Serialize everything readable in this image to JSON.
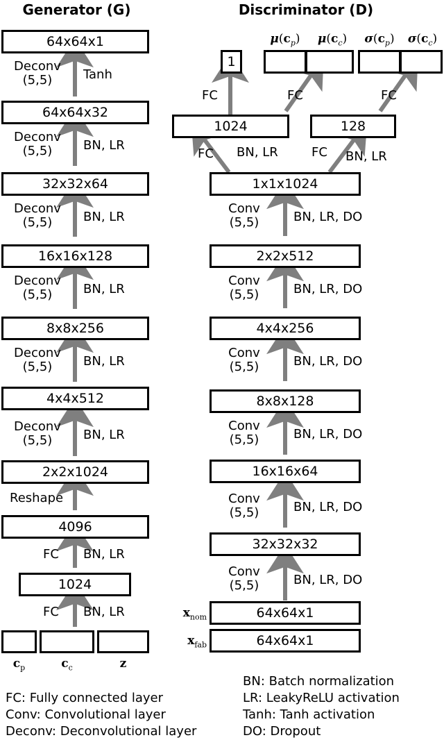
{
  "titles": {
    "generator": "Generator (G)",
    "discriminator": "Discriminator (D)"
  },
  "generator": {
    "boxes": [
      {
        "label": "64x64x1"
      },
      {
        "label": "64x64x32"
      },
      {
        "label": "32x32x64"
      },
      {
        "label": "16x16x128"
      },
      {
        "label": "8x8x256"
      },
      {
        "label": "4x4x512"
      },
      {
        "label": "2x2x1024"
      },
      {
        "label": "4096"
      },
      {
        "label": "1024"
      }
    ],
    "edges": [
      {
        "left": "Deconv",
        "left2": "(5,5)",
        "right": "Tanh"
      },
      {
        "left": "Deconv",
        "left2": "(5,5)",
        "right": "BN, LR"
      },
      {
        "left": "Deconv",
        "left2": "(5,5)",
        "right": "BN, LR"
      },
      {
        "left": "Deconv",
        "left2": "(5,5)",
        "right": "BN, LR"
      },
      {
        "left": "Deconv",
        "left2": "(5,5)",
        "right": "BN, LR"
      },
      {
        "left": "Deconv",
        "left2": "(5,5)",
        "right": "BN, LR"
      },
      {
        "left": "Reshape",
        "left2": "",
        "right": ""
      },
      {
        "left": "FC",
        "left2": "",
        "right": "BN, LR"
      },
      {
        "left": "FC",
        "left2": "",
        "right": "BN, LR"
      }
    ],
    "inputs": [
      {
        "label": "c",
        "sub": "p"
      },
      {
        "label": "c",
        "sub": "c"
      },
      {
        "label": "z",
        "sub": ""
      }
    ]
  },
  "discriminator": {
    "output_scalar": "1",
    "output_labels": [
      {
        "fn": "μ",
        "arg": "c",
        "sub": "p"
      },
      {
        "fn": "μ",
        "arg": "c",
        "sub": "c"
      },
      {
        "fn": "σ",
        "arg": "c",
        "sub": "p"
      },
      {
        "fn": "σ",
        "arg": "c",
        "sub": "c"
      }
    ],
    "head_boxes": [
      {
        "label": "1024"
      },
      {
        "label": "128"
      }
    ],
    "head_edges": [
      {
        "op": "FC",
        "note": ""
      },
      {
        "op": "FC",
        "note": ""
      },
      {
        "op": "FC",
        "note": ""
      },
      {
        "op": "FC",
        "note": "BN, LR"
      },
      {
        "op": "FC",
        "note": "BN, LR"
      }
    ],
    "boxes": [
      {
        "label": "1x1x1024"
      },
      {
        "label": "2x2x512"
      },
      {
        "label": "4x4x256"
      },
      {
        "label": "8x8x128"
      },
      {
        "label": "16x16x64"
      },
      {
        "label": "32x32x32"
      },
      {
        "label": "64x64x1"
      },
      {
        "label": "64x64x1"
      }
    ],
    "edges": [
      {
        "left": "Conv",
        "left2": "(5,5)",
        "right": "BN, LR, DO"
      },
      {
        "left": "Conv",
        "left2": "(5,5)",
        "right": "BN, LR, DO"
      },
      {
        "left": "Conv",
        "left2": "(5,5)",
        "right": "BN, LR, DO"
      },
      {
        "left": "Conv",
        "left2": "(5,5)",
        "right": "BN, LR, DO"
      },
      {
        "left": "Conv",
        "left2": "(5,5)",
        "right": "BN, LR, DO"
      },
      {
        "left": "Conv",
        "left2": "(5,5)",
        "right": "BN, LR, DO"
      }
    ],
    "input_labels": [
      {
        "base": "x",
        "sub": "nom"
      },
      {
        "base": "x",
        "sub": "fab"
      }
    ]
  },
  "legend": {
    "left": [
      "FC: Fully connected layer",
      "Conv: Convolutional layer",
      "Deconv: Deconvolutional layer"
    ],
    "right": [
      "BN: Batch normalization",
      "LR: LeakyReLU activation",
      "Tanh: Tanh activation",
      "DO: Dropout"
    ]
  },
  "colors": {
    "border": "#000000",
    "arrow": "#7f7f7f",
    "background": "#ffffff",
    "text": "#000000"
  }
}
